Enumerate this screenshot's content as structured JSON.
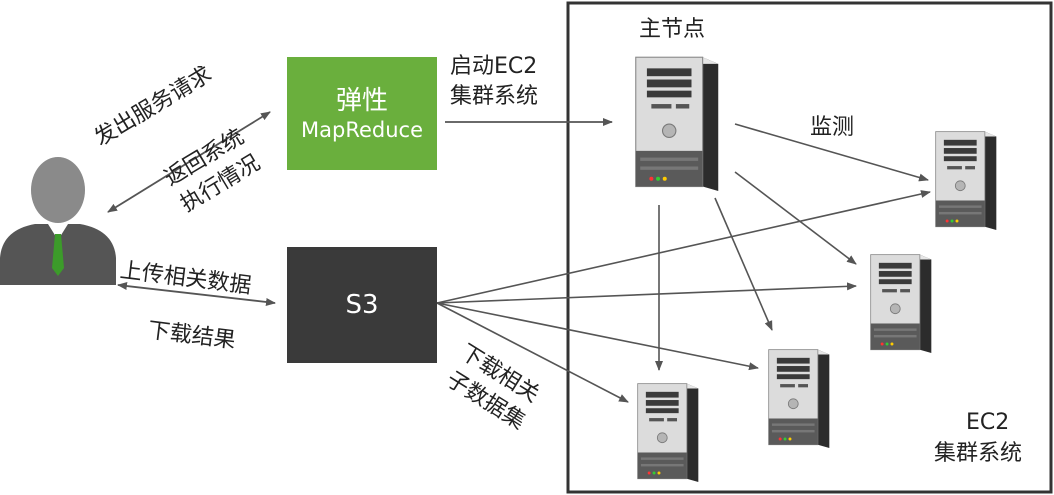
{
  "colors": {
    "emr_box": "#6aaf3d",
    "s3_box": "#3a3a3a",
    "cluster_border": "#333333",
    "arrow": "#555555",
    "user_body": "#555555",
    "user_head": "#8a8a8a",
    "user_tie": "#3c9b2a"
  },
  "icons": {
    "user": "user-avatar-icon",
    "server": "server-tower-icon"
  },
  "emr": {
    "line1": "弹性",
    "line2": "MapReduce"
  },
  "s3": {
    "label": "S3"
  },
  "cluster": {
    "master_label": "主节点",
    "label_line1": "EC2",
    "label_line2": "集群系统"
  },
  "edges": {
    "request": "发出服务请求",
    "return_line1": "返回系统",
    "return_line2": "执行情况",
    "start_line1": "启动EC2",
    "start_line2": "集群系统",
    "upload": "上传相关数据",
    "download_result": "下载结果",
    "download_subset_line1": "下载相关",
    "download_subset_line2": "子数据集",
    "monitor": "监测"
  }
}
